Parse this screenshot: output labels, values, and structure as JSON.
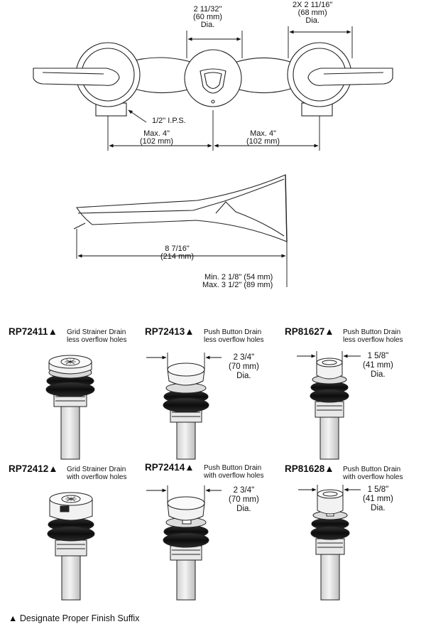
{
  "triangle": "▲",
  "top_dims": {
    "center_dia": [
      "2 11/32\"",
      "(60 mm)",
      "Dia."
    ],
    "handle_dia": [
      "2X 2 11/16\"",
      "(68 mm)",
      "Dia."
    ],
    "ips": "1/2\" I.P.S.",
    "left_max": [
      "Max. 4\"",
      "(102 mm)"
    ],
    "right_max": [
      "Max. 4\"",
      "(102 mm)"
    ]
  },
  "spout_dims": {
    "length": [
      "8 7/16\"",
      "(214 mm)"
    ],
    "minmax": [
      "Min. 2 1/8\" (54 mm)",
      "Max. 3 1/2\" (89 mm)"
    ]
  },
  "drains": [
    {
      "code": "RP72411",
      "desc": [
        "Grid Strainer Drain",
        "less overflow holes"
      ]
    },
    {
      "code": "RP72413",
      "desc": [
        "Push Button Drain",
        "less overflow holes"
      ],
      "dim": [
        "2 3/4\"",
        "(70 mm)",
        "Dia."
      ]
    },
    {
      "code": "RP81627",
      "desc": [
        "Push Button Drain",
        "less overflow holes"
      ],
      "dim": [
        "1 5/8\"",
        "(41 mm)",
        "Dia."
      ]
    },
    {
      "code": "RP72412",
      "desc": [
        "Grid Strainer Drain",
        "with overflow holes"
      ]
    },
    {
      "code": "RP72414",
      "desc": [
        "Push Button Drain",
        "with overflow holes"
      ],
      "dim": [
        "2 3/4\"",
        "(70 mm)",
        "Dia."
      ]
    },
    {
      "code": "RP81628",
      "desc": [
        "Push Button Drain",
        "with overflow holes"
      ],
      "dim": [
        "1 5/8\"",
        "(41 mm)",
        "Dia."
      ]
    }
  ],
  "footnote": "Designate Proper Finish Suffix"
}
